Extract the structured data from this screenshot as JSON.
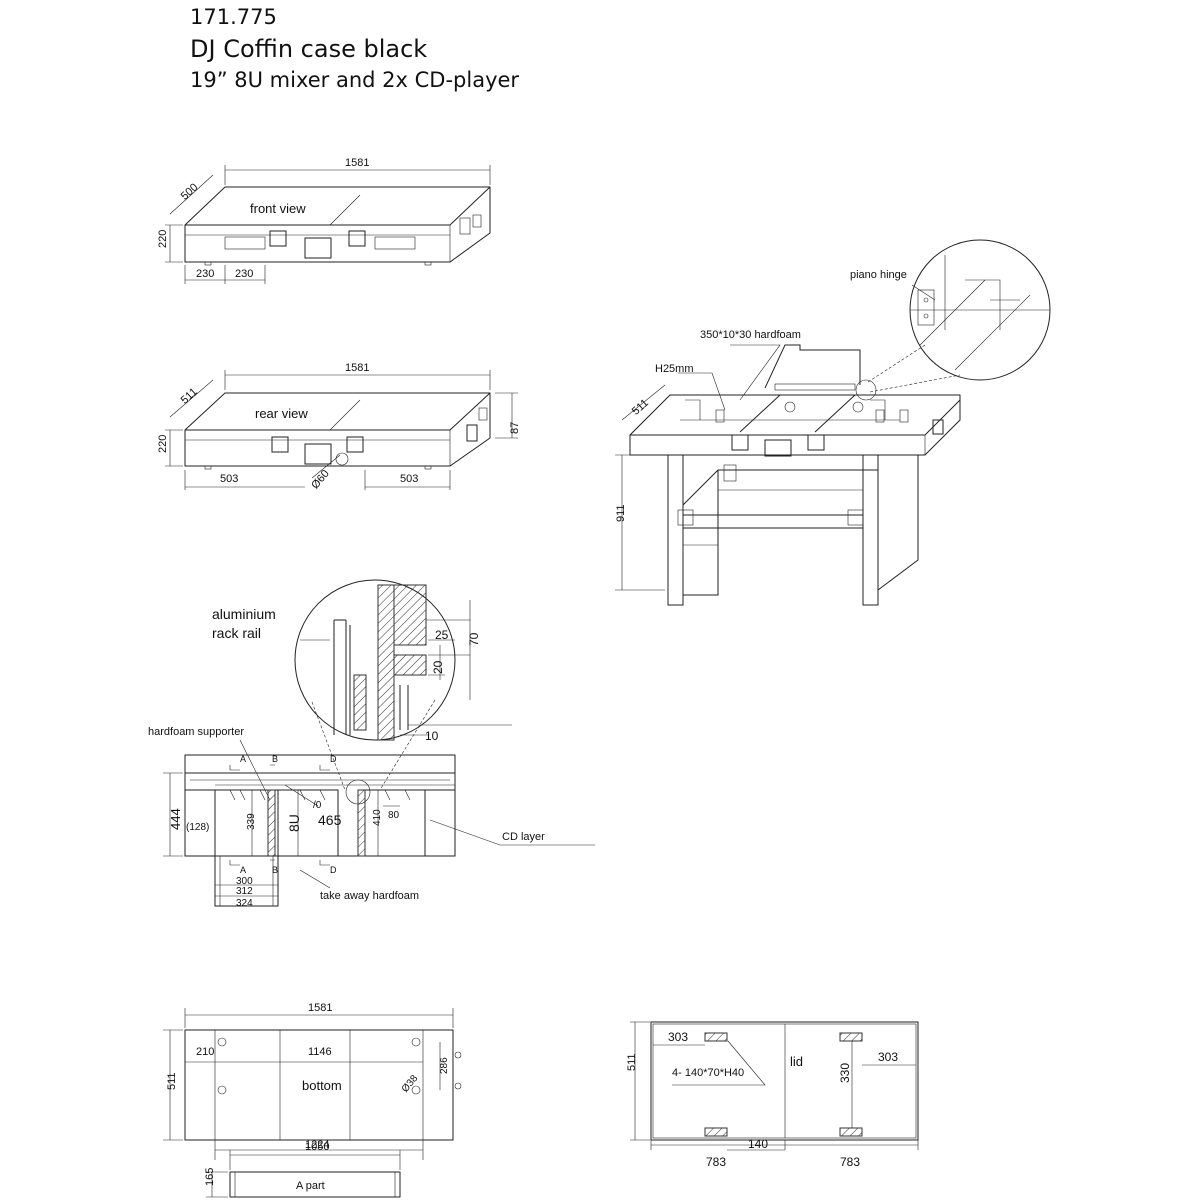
{
  "header": {
    "code": "171.775",
    "name": "DJ Coffin case  black",
    "desc": "19” 8U mixer and 2x CD-player"
  },
  "front": {
    "label": "front  view",
    "dims": {
      "length": "1581",
      "depth": "500",
      "height": "220",
      "w1": "230",
      "w2": "230"
    }
  },
  "rear": {
    "label": "rear view",
    "dims": {
      "length": "1581",
      "depth": "511",
      "height": "220",
      "right": "87",
      "left503": "503",
      "right503": "503",
      "hole": "Ø60"
    }
  },
  "perspective": {
    "piano_hinge": "piano hinge",
    "hardfoam": "350*10*30 hardfoam",
    "h25": "H25mm",
    "depth": "511",
    "height": "911"
  },
  "detail": {
    "rail": [
      "aluminium",
      "rack rail"
    ],
    "d25": "25",
    "d70": "70",
    "d20": "20",
    "d10": "10"
  },
  "section": {
    "supporter": "hardfoam supporter",
    "h444": "444",
    "h128": "(128)",
    "h339": "339",
    "u8": "8U",
    "w465": "465",
    "h410": "410",
    "w80": "80",
    "r0": "/0",
    "cd": "CD layer",
    "takeaway": "take away hardfoam",
    "w300": "300",
    "w312": "312",
    "w324": "324",
    "A": "A",
    "B": "B",
    "D": "D"
  },
  "bottom": {
    "length": "1581",
    "depth": "511",
    "l210": "210",
    "l1146": "1146",
    "l286": "286",
    "label": "bottom",
    "hole": "Ø38",
    "l1224": "1224"
  },
  "apart": {
    "l1050": "1050",
    "h165": "165",
    "label": "A part"
  },
  "lid": {
    "l303a": "303",
    "label": "lid",
    "l303b": "303",
    "feet": "4- 140*70*H40",
    "h511": "511",
    "h330": "330",
    "l140": "140",
    "l783a": "783",
    "l783b": "783"
  }
}
